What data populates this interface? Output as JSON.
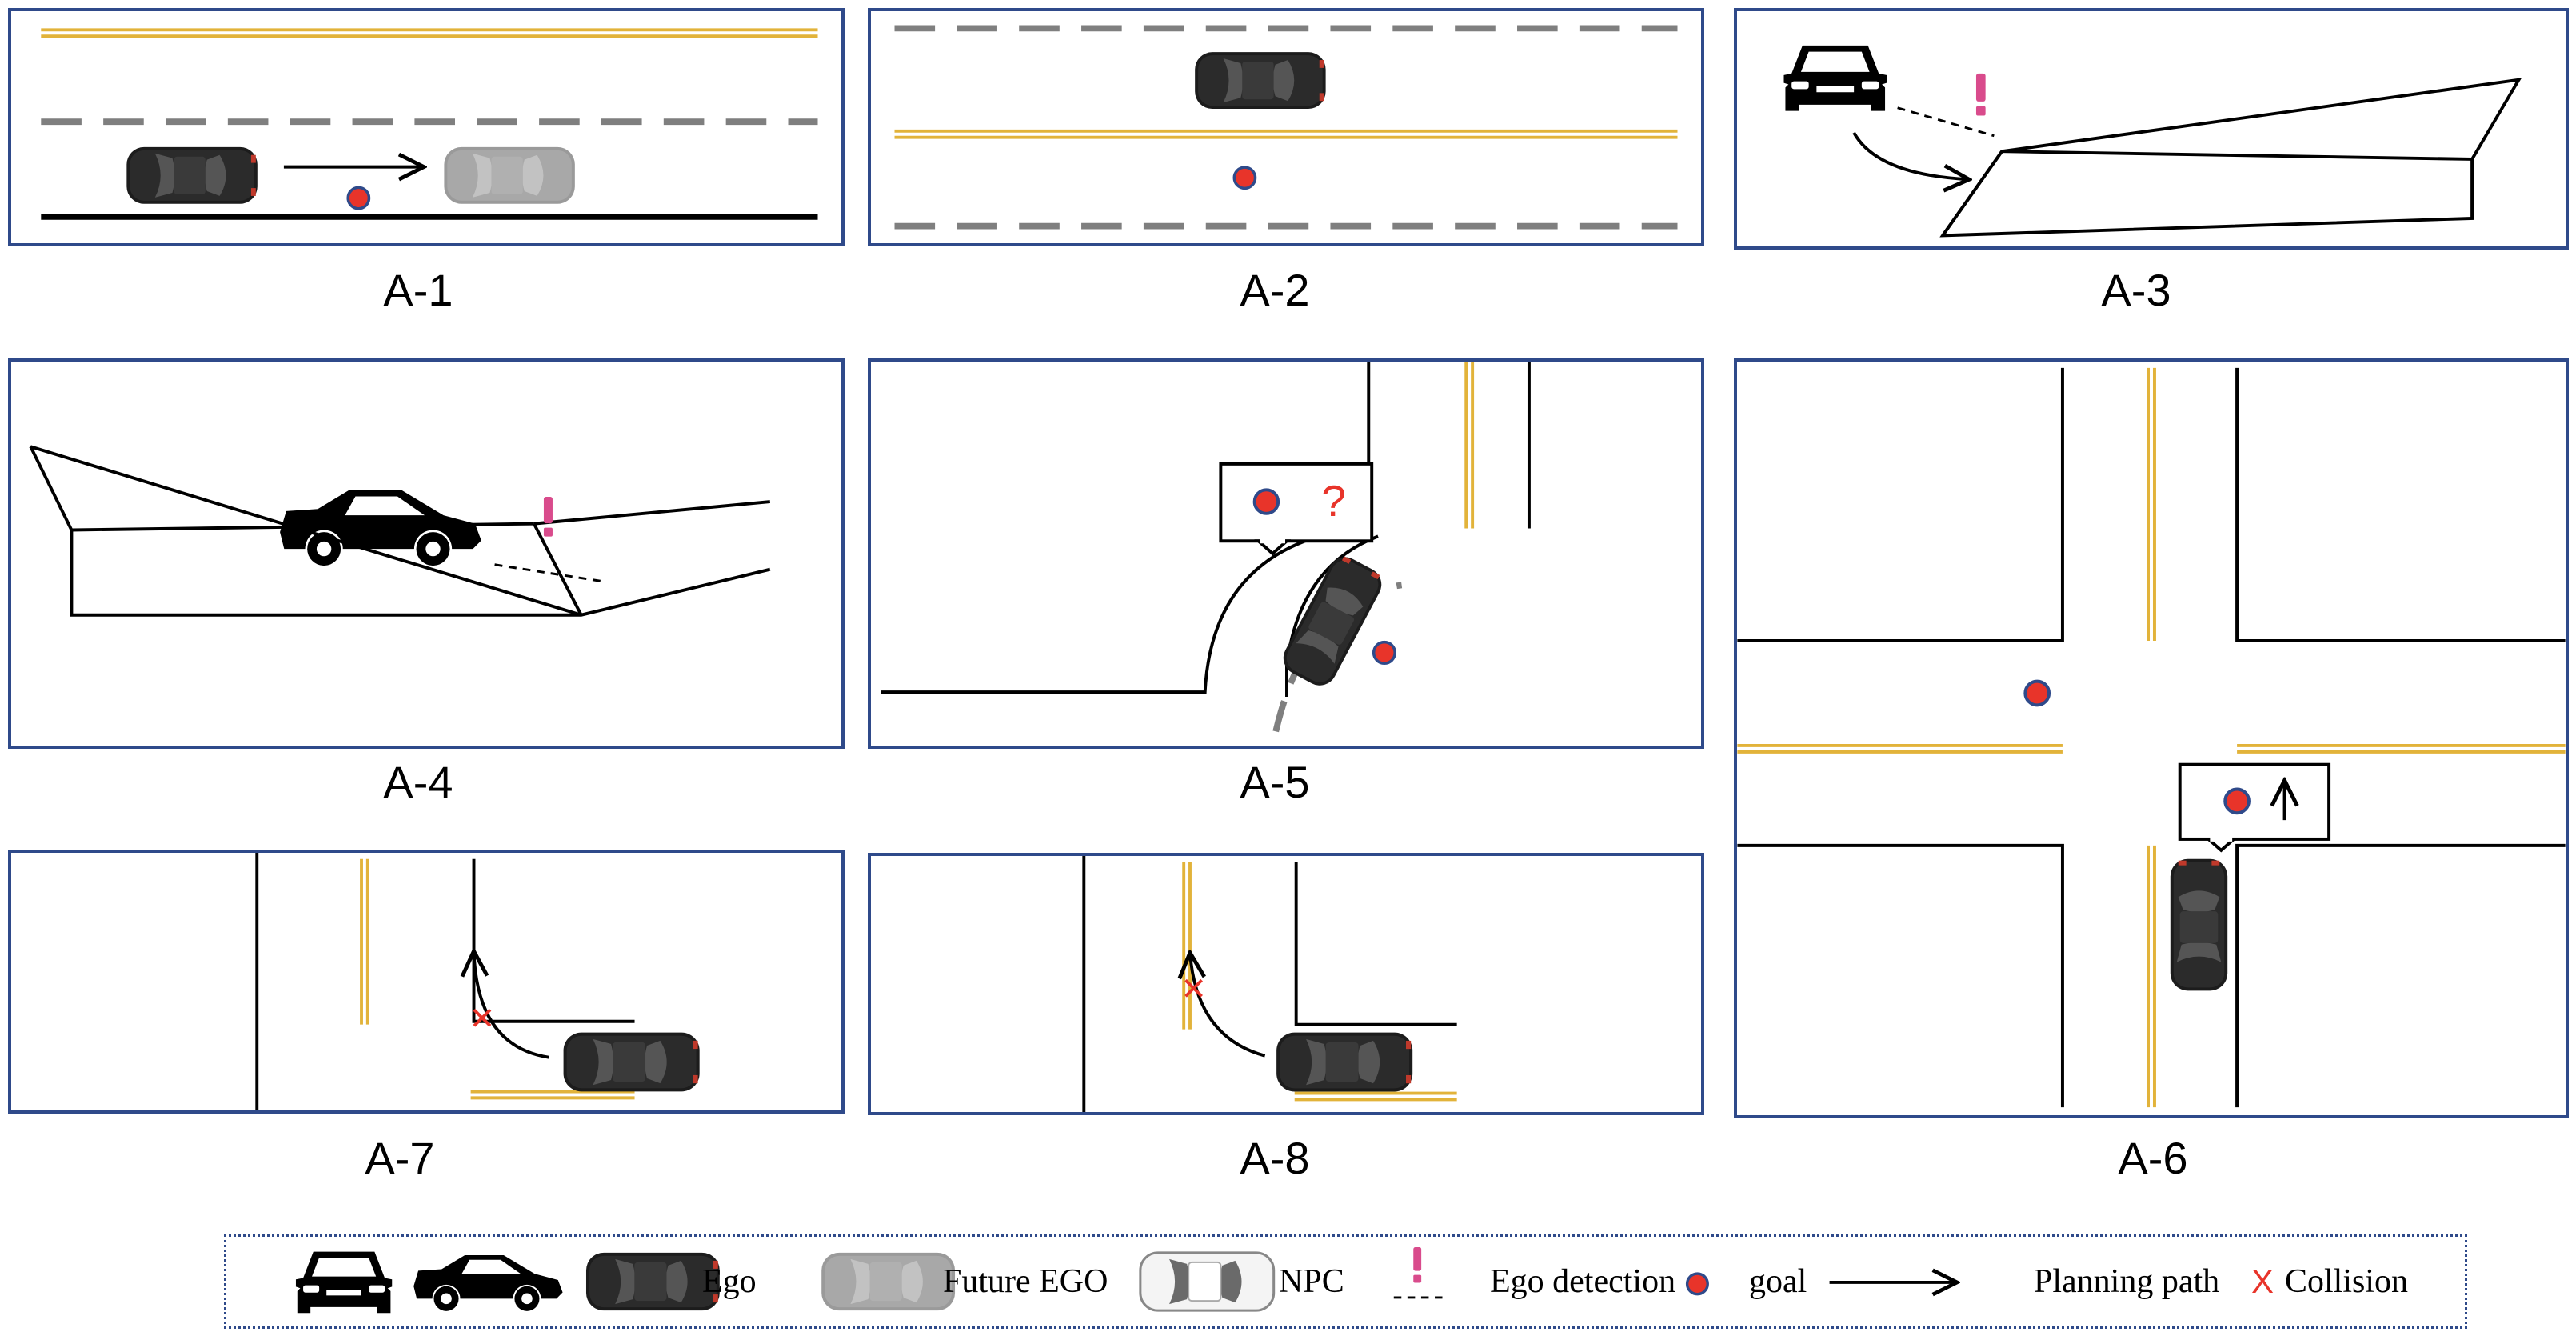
{
  "panels": [
    {
      "id": "A-1",
      "label": "A-1"
    },
    {
      "id": "A-2",
      "label": "A-2"
    },
    {
      "id": "A-3",
      "label": "A-3"
    },
    {
      "id": "A-4",
      "label": "A-4"
    },
    {
      "id": "A-5",
      "label": "A-5"
    },
    {
      "id": "A-6",
      "label": "A-6"
    },
    {
      "id": "A-7",
      "label": "A-7"
    },
    {
      "id": "A-8",
      "label": "A-8"
    }
  ],
  "a5_callout_mark": "?",
  "collision_mark": "✕",
  "detection_mark": "!",
  "legend": {
    "ego": "Ego",
    "future_ego": "Future EGO",
    "npc": "NPC",
    "ego_detection": "Ego detection",
    "goal": "goal",
    "planning_path": "Planning path",
    "collision_mark": "X",
    "collision": "Collision"
  },
  "colors": {
    "frame": "#2f4a8a",
    "lane_yellow": "#e2b33a",
    "dash_gray": "#7f7f7f",
    "goal_fill": "#e8342a",
    "goal_ring": "#2f4a8a",
    "detection_pink": "#d94b8c",
    "collision_red": "#e8342a"
  },
  "icons": [
    "suv-front-icon",
    "sports-car-side-icon",
    "ego-car-icon",
    "future-ego-car-icon",
    "npc-car-icon",
    "detection-icon",
    "goal-icon",
    "arrow-icon",
    "collision-icon"
  ]
}
